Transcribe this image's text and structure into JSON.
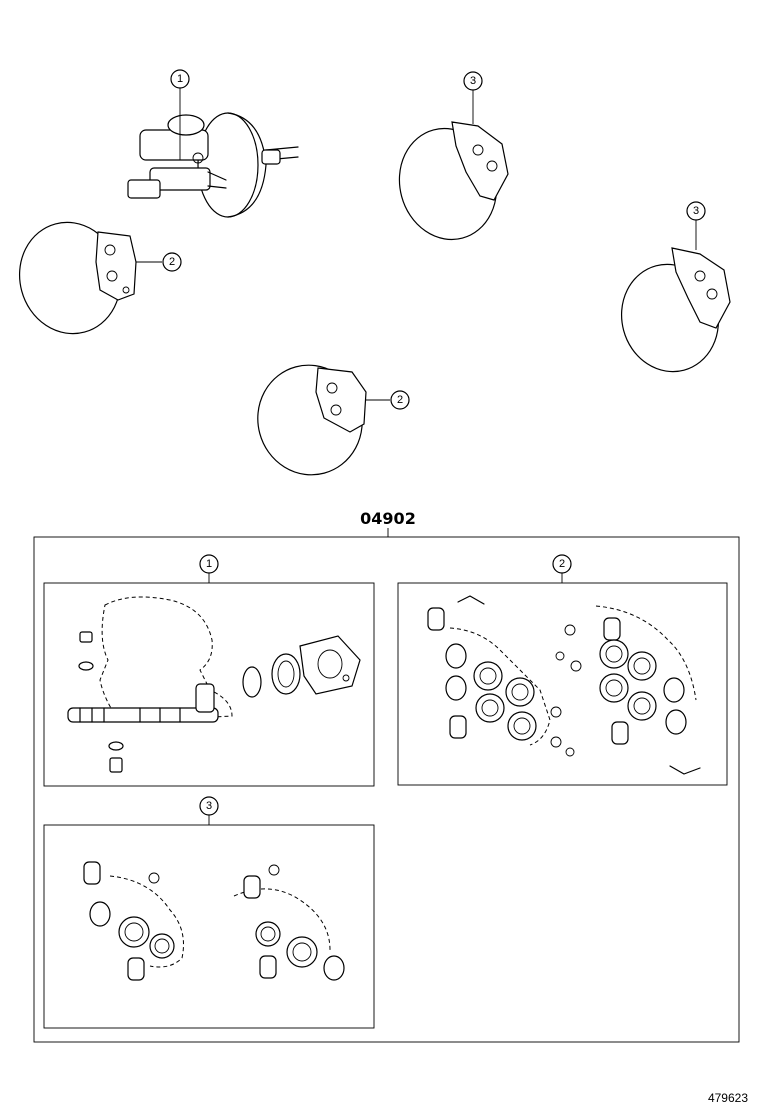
{
  "kit": {
    "part_number": "04902"
  },
  "callouts": {
    "master_cylinder": "1",
    "front_caliper": "2",
    "rear_caliper": "3"
  },
  "footer": {
    "illustration_number": "479623"
  }
}
